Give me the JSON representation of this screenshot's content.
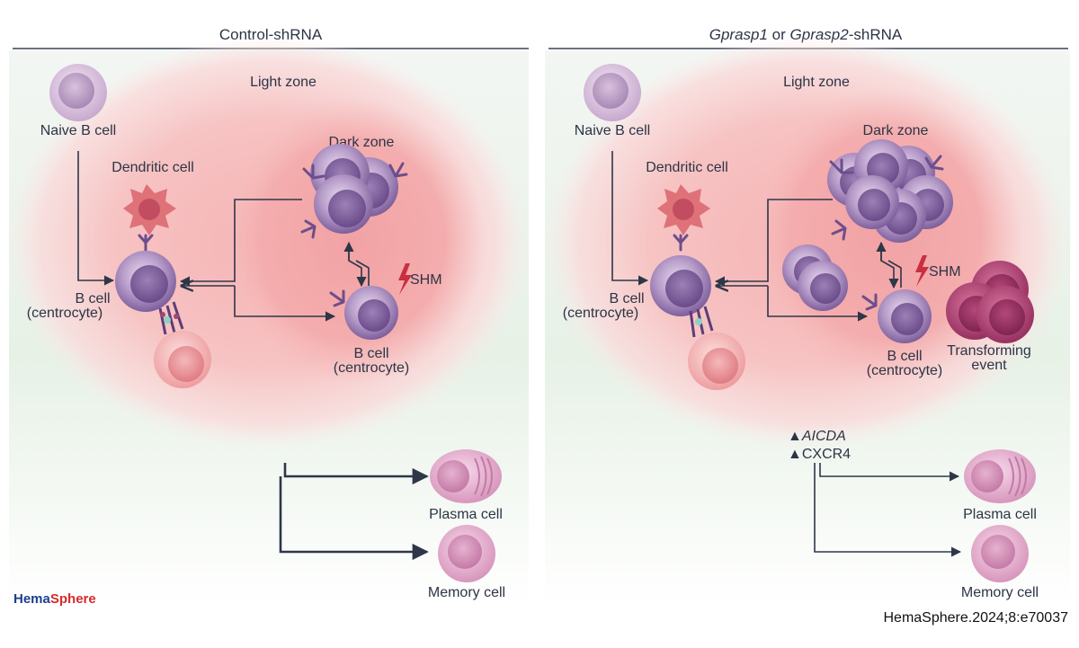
{
  "panels": {
    "left": {
      "heading": "Control-shRNA",
      "light_zone": "Light zone",
      "dark_zone": "Dark zone",
      "naive_b_cell": "Naive B cell",
      "dendritic_cell": "Dendritic cell",
      "b_cell_line1": "B cell",
      "b_cell_line2": "(centrocyte)",
      "dz_b_cell_line1": "B cell",
      "dz_b_cell_line2": "(centrocyte)",
      "shm": "SHM",
      "plasma_cell": "Plasma cell",
      "memory_cell": "Memory cell"
    },
    "right": {
      "heading_part1": "Gprasp1",
      "heading_part2": " or ",
      "heading_part3": "Gprasp2",
      "heading_part4": "-shRNA",
      "light_zone": "Light zone",
      "dark_zone": "Dark zone",
      "naive_b_cell": "Naive B cell",
      "dendritic_cell": "Dendritic cell",
      "b_cell_line1": "B cell",
      "b_cell_line2": "(centrocyte)",
      "dz_b_cell_line1": "B cell",
      "dz_b_cell_line2": "(centrocyte)",
      "shm": "SHM",
      "transforming_line1": "Transforming",
      "transforming_line2": "event",
      "up_arrow": "▲",
      "aicda": "AICDA",
      "cxcr4": "CXCR4",
      "plasma_cell": "Plasma cell",
      "memory_cell": "Memory cell"
    }
  },
  "brand": {
    "logo_part1": "Hema",
    "logo_part2": "Sphere",
    "citation": "HemaSphere.2024;8:e70037"
  },
  "colors": {
    "arrow": "#2e3648",
    "logo_blue": "#1b3f8f",
    "logo_red": "#d52b2b",
    "b_cell": "#8b6ba8",
    "plasma_cell": "#d98fb8",
    "dendritic_cell": "#d86d74",
    "light_zone": "#f6bcbc",
    "transforming_cell": "#a8386e"
  }
}
